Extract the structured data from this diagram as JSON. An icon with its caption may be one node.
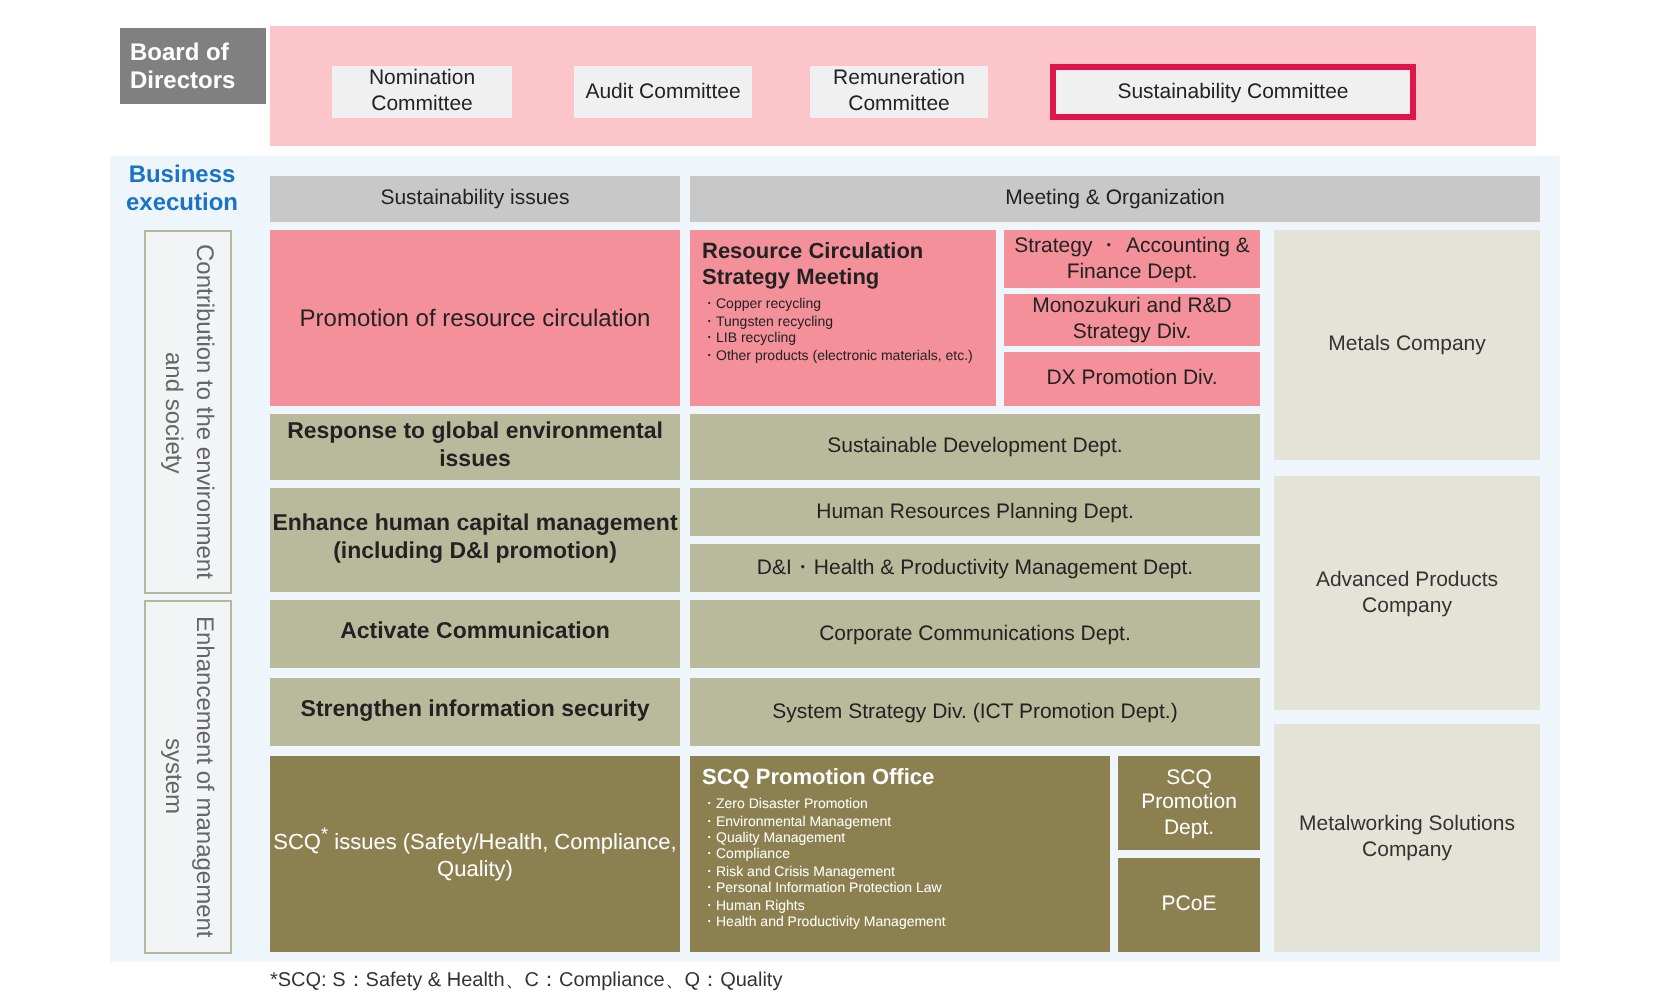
{
  "diagram": {
    "nodes": [
      {
        "text": [
          "Board of Directors"
        ]
      },
      {
        "text": [],
        "shape": "box"
      },
      {
        "text": [
          "Nomination Committee"
        ],
        "in": 1
      },
      {
        "text": [
          "Audit Committee"
        ],
        "in": 1
      },
      {
        "text": [
          "Remuneration Committee"
        ],
        "in": 1
      },
      {
        "text": [
          "Sustainability Committee"
        ],
        "in": 1
      },
      {
        "text": [
          "Business execution"
        ]
      },
      {
        "text": [
          "Contribution to the environment and society"
        ],
        "in": 6
      },
      {
        "text": [
          "Enhancement of management system"
        ],
        "in": 6
      },
      {
        "text": [
          "Sustainability issues"
        ],
        "in": 6
      },
      {
        "text": [
          "Meeting & Organization"
        ],
        "in": 6
      },
      {
        "text": [
          "Promotion of resource circulation"
        ],
        "in": 6
      },
      {
        "text": [
          "Resource Circulation Strategy Meeting",
          "・Copper recycling",
          "・Tungsten recycling",
          "・LIB recycling",
          "・Other products (electronic materials, etc.)"
        ],
        "in": 6
      },
      {
        "text": [
          "Strategy ・ Accounting & Finance Dept."
        ],
        "in": 6
      },
      {
        "text": [
          "Monozukuri and R&D Strategy Div."
        ],
        "in": 6
      },
      {
        "text": [
          "DX Promotion Div."
        ],
        "in": 6
      },
      {
        "text": [
          "Metals Company"
        ],
        "in": 6
      },
      {
        "text": [
          "Response to global environmental issues"
        ],
        "in": 6
      },
      {
        "text": [
          "Sustainable Development Dept."
        ],
        "in": 6
      },
      {
        "text": [
          "Enhance human capital management (including D&I promotion)"
        ],
        "in": 6
      },
      {
        "text": [
          "Human Resources Planning Dept."
        ],
        "in": 6
      },
      {
        "text": [
          "D&I・Health & Productivity Management Dept."
        ],
        "in": 6
      },
      {
        "text": [
          "Advanced Products Company"
        ],
        "in": 6
      },
      {
        "text": [
          "Activate Communication"
        ],
        "in": 6
      },
      {
        "text": [
          "Corporate Communications Dept."
        ],
        "in": 6
      },
      {
        "text": [
          "Strengthen information security"
        ],
        "in": 6
      },
      {
        "text": [
          "System Strategy Div. (ICT Promotion Dept.)"
        ],
        "in": 6
      },
      {
        "text": [
          "SCQ$^{*}$ issues (Safety/Health, Compliance, Quality)"
        ],
        "in": 6
      },
      {
        "text": [
          "SCQ Promotion Office",
          "・Zero Disaster Promotion",
          "・Environmental Management",
          "・Quality Management",
          "・Compliance",
          "・Risk and Crisis Management",
          "・Personal Information Protection Law",
          "・Human Rights",
          "・Health and Productivity Management"
        ],
        "in": 6
      },
      {
        "text": [
          "SCQ Promotion Dept."
        ],
        "in": 6
      },
      {
        "text": [
          "PCoE"
        ],
        "in": 6
      },
      {
        "text": [
          "Metalworking Solutions Company"
        ],
        "in": 6
      }
    ],
    "labels": [
      "*SCQ: S：Safety & Health、C：Compliance、Q：Quality"
    ]
  }
}
